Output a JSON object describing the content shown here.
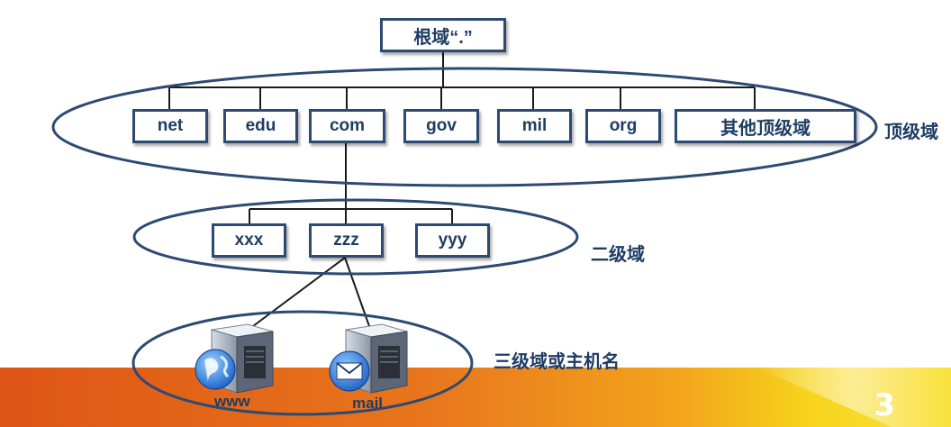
{
  "root": {
    "label": "根域“.”"
  },
  "tld": {
    "group_label": "顶级域",
    "items": [
      "net",
      "edu",
      "com",
      "gov",
      "mil",
      "org",
      "其他顶级域"
    ]
  },
  "second": {
    "group_label": "二级域",
    "items": [
      "xxx",
      "zzz",
      "yyy"
    ]
  },
  "third": {
    "group_label": "三级域或主机名",
    "hosts": [
      "www",
      "mail"
    ]
  },
  "slide": {
    "number": "3"
  },
  "colors": {
    "outline": "#2d4a72",
    "text": "#1f3d63",
    "band_start": "#e05a18",
    "band_end": "#f5d21a"
  }
}
